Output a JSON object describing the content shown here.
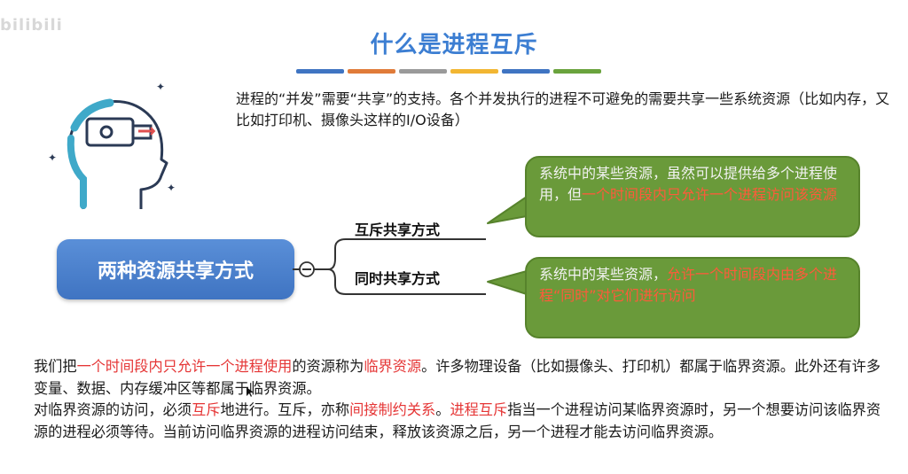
{
  "watermark": "bilibili",
  "title": "什么是进程互斥",
  "colors": {
    "title": "#3c7ed2",
    "bars": [
      "#3f74c2",
      "#e07b39",
      "#9a9a9a",
      "#f2b632",
      "#3f74c2",
      "#6aa33d"
    ],
    "bubble_fill": "#6a9a3a",
    "highlight": "#e53535"
  },
  "intro": "进程的“并发”需要“共享”的支持。各个并发执行的进程不可避免的需要共享一些系统资源（比如内存，又比如打印机、摄像头这样的I/O设备）",
  "mindmap": {
    "main": "两种资源共享方式",
    "collapse_icon": "minus-circle-icon",
    "branches": [
      {
        "label": "互斥共享方式",
        "bubble": {
          "pre": "系统中的某些资源，虽然可以提供给多个进程使用，但",
          "highlight": "一个时间段内只允许一个进程访问该资源",
          "post": ""
        }
      },
      {
        "label": "同时共享方式",
        "bubble": {
          "pre": "系统中的某些资源，",
          "highlight": "允许一个时间段内由多个进程“同时”对它们进行访问",
          "post": ""
        }
      }
    ]
  },
  "paragraph": {
    "p1": {
      "a": "我们把",
      "b": "一个时间段内只允许一个进程使用",
      "c": "的资源称为",
      "d": "临界资源",
      "e": "。许多物理设备（比如摄像头、打印机）都属于临界资源。此外还有许多变量、数据、内存缓冲区等都属于临界资源。"
    },
    "p2": {
      "a": "对临界资源的访问，必须",
      "b": "互斥",
      "c": "地进行。互斥，亦称",
      "d": "间接制约关系",
      "e": "。",
      "f": "进程互斥",
      "g": "指当一个进程访问某临界资源时，另一个想要访问该临界资源的进程必须等待。当前访问临界资源的进程访问结束，释放该资源之后，另一个进程才能去访问临界资源。"
    }
  }
}
